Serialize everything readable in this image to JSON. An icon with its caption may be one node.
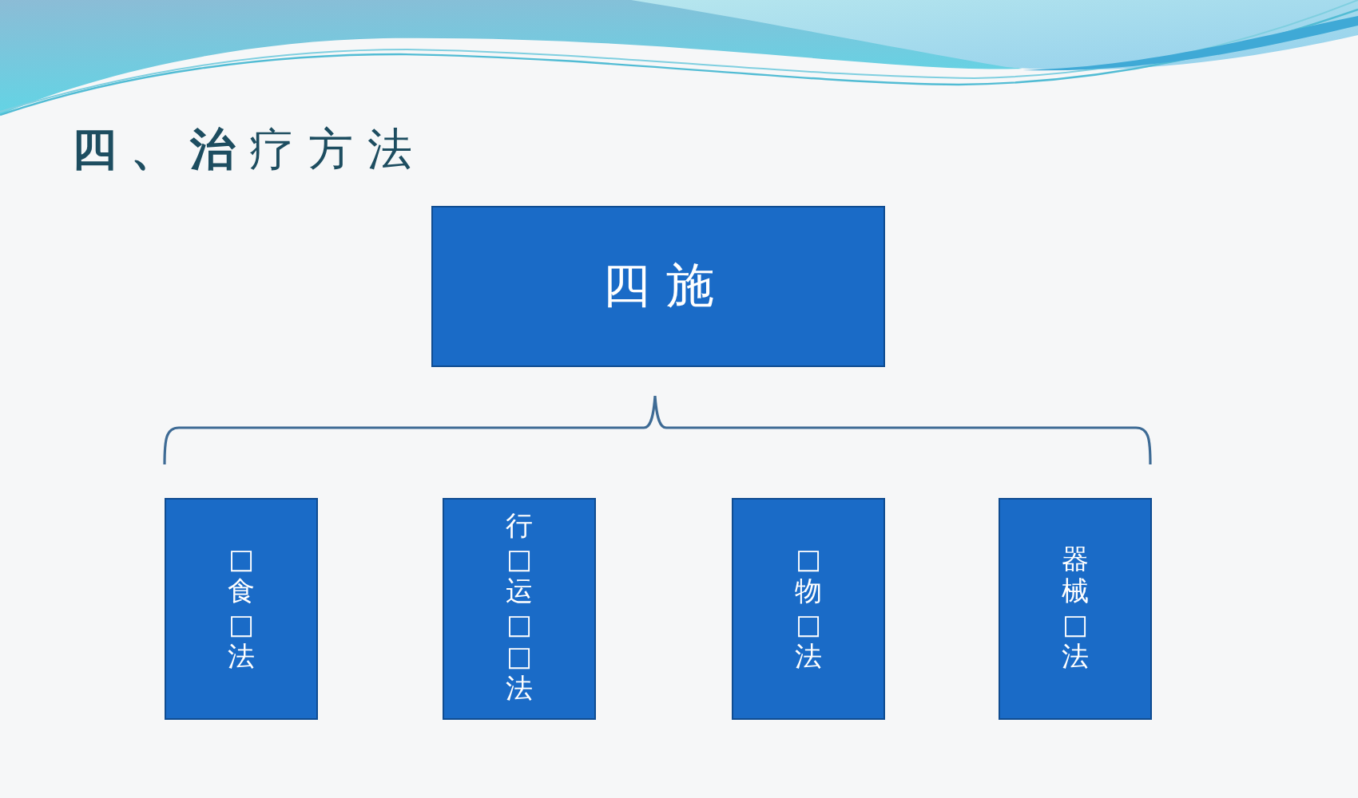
{
  "diagram": {
    "title": "**四、治**疗方法",
    "nodes": [
      {
        "text": [
          "四 施"
        ]
      },
      {
        "text": [
          "□食□法"
        ]
      },
      {
        "text": [
          "行□运□□法"
        ]
      },
      {
        "text": [
          "□物□法"
        ]
      },
      {
        "text": [
          "器械□法"
        ]
      }
    ]
  }
}
